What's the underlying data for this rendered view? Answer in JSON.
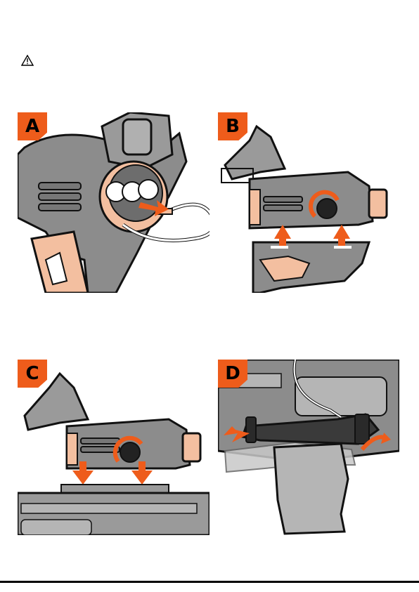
{
  "icons": {
    "warning": "warning-triangle-icon"
  },
  "steps": [
    {
      "id": "A",
      "label": "A"
    },
    {
      "id": "B",
      "label": "B"
    },
    {
      "id": "C",
      "label": "C"
    },
    {
      "id": "D",
      "label": "D"
    }
  ],
  "colors": {
    "accent": "#ee5c1b",
    "metal": "#8a8a8a",
    "skin": "#f3bfa0",
    "outline": "#111111"
  }
}
